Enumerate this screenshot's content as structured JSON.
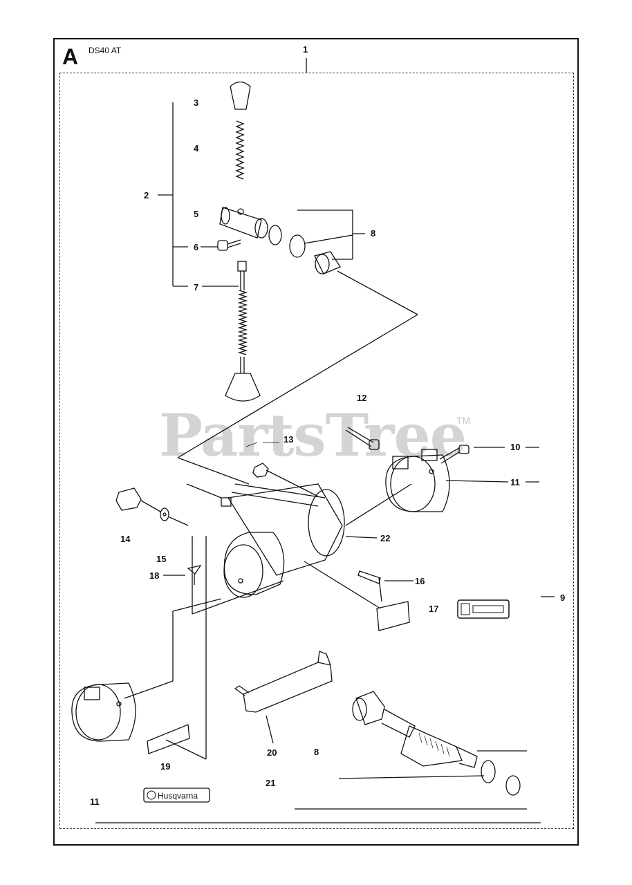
{
  "sheet": {
    "letter": "A",
    "model": "DS40 AT"
  },
  "callouts": {
    "c1": "1",
    "c2": "2",
    "c3": "3",
    "c4": "4",
    "c5": "5",
    "c6": "6",
    "c7": "7",
    "c8a": "8",
    "c8b": "8",
    "c9": "9",
    "c10": "10",
    "c11a": "11",
    "c11b": "11",
    "c12": "12",
    "c13": "13",
    "c14": "14",
    "c15": "15",
    "c16": "16",
    "c17": "17",
    "c18": "18",
    "c19": "19",
    "c20": "20",
    "c21": "21",
    "c22": "22"
  },
  "watermark": {
    "text": "PartsTree",
    "tm": "TM"
  },
  "logo": {
    "text": "Husqvarna"
  }
}
